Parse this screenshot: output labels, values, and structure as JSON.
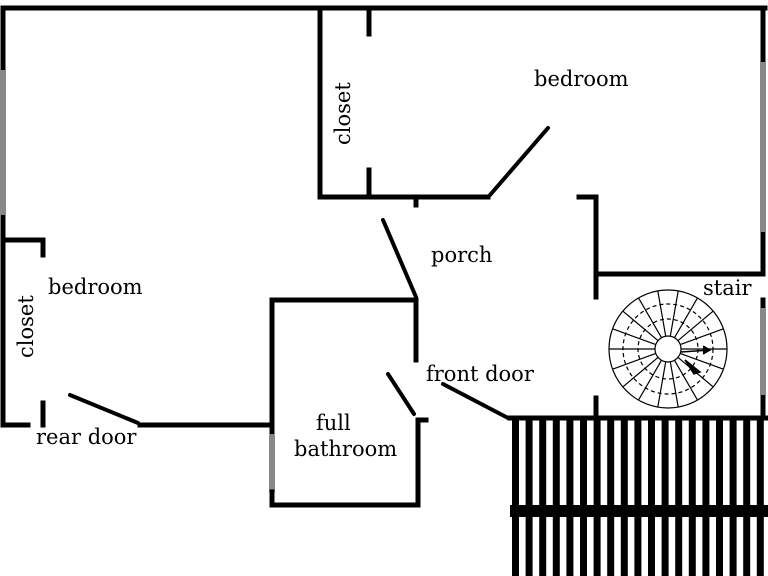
{
  "colors": {
    "wall": "#000000",
    "window": "#888888",
    "background": "#ffffff"
  },
  "rooms": {
    "bedroom_upper": "bedroom",
    "closet_upper": "closet",
    "bedroom_left": "bedroom",
    "closet_left": "closet",
    "porch": "porch",
    "stair": "stair",
    "bathroom_line1": "full",
    "bathroom_line2": "bathroom"
  },
  "doors": {
    "rear": "rear door",
    "front": "front door"
  }
}
